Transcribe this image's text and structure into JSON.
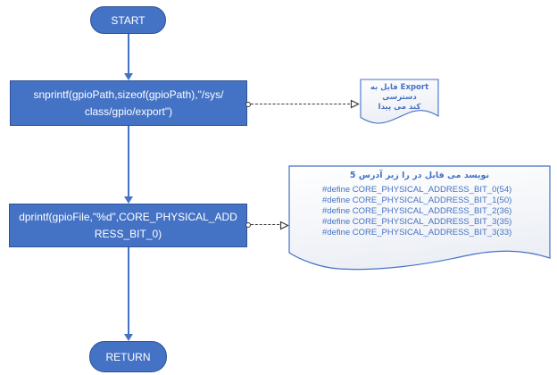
{
  "colors": {
    "node_fill": "#4472C4",
    "node_border": "#2F5496",
    "arrow": "#4472C4",
    "doc_border": "#4472C4",
    "doc_text": "#4472C4",
    "dashed_line": "#3A3A3A"
  },
  "nodes": {
    "start": {
      "label": "START"
    },
    "process1": {
      "line1": "snprintf(gpioPath,sizeof(gpioPath),\"/sys/",
      "line2": "class/gpio/export\")"
    },
    "process2": {
      "line1": "dprintf(gpioFile,\"%d\",CORE_PHYSICAL_ADD",
      "line2": "RESS_BIT_0)"
    },
    "return": {
      "label": "RETURN"
    }
  },
  "documents": {
    "export_note": {
      "line1": "به‎ فایل‎ Export دسترسی‎",
      "line2": "پیدا‎ می‎ کند‎"
    },
    "defines_note": {
      "header": "5 آدرس‎ زیر‎ را‎ در‎ فایل‎ می‎ نویسد‎",
      "defines": [
        {
          "label": "#define CORE_PHYSICAL_ADDRESS_BIT_0",
          "value": "(54)"
        },
        {
          "label": "#define CORE_PHYSICAL_ADDRESS_BIT_1",
          "value": "(50)"
        },
        {
          "label": "#define CORE_PHYSICAL_ADDRESS_BIT_2",
          "value": "(36)"
        },
        {
          "label": "#define CORE_PHYSICAL_ADDRESS_BIT_3",
          "value": "(35)"
        },
        {
          "label": "#define CORE_PHYSICAL_ADDRESS_BIT_3",
          "value": "(33)"
        }
      ]
    }
  }
}
